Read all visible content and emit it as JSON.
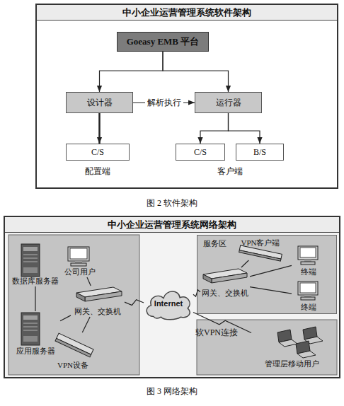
{
  "diagram": {
    "nodes": [
      {
        "text": [
          "中小企业运营管理系统软件架构"
        ]
      },
      {
        "text": [
          "Goeasy EMB 平台"
        ],
        "in": 0
      },
      {
        "text": [
          "设计器"
        ],
        "in": 0
      },
      {
        "text": [
          "运行器"
        ],
        "in": 0
      },
      {
        "text": [
          "C/S"
        ],
        "in": 0
      },
      {
        "text": [
          "C/S"
        ],
        "in": 0
      },
      {
        "text": [
          "B/S"
        ],
        "in": 0
      },
      {
        "text": [
          "中小企业运营管理系统网络架构"
        ]
      },
      {
        "text": [
          "数据库服务器"
        ],
        "in": 7
      },
      {
        "text": [
          "公司用户"
        ],
        "in": 7
      },
      {
        "text": [
          "应用服务器"
        ],
        "in": 7
      },
      {
        "text": [
          "网关、交换机"
        ],
        "in": 7
      },
      {
        "text": [
          "VPN设备"
        ],
        "in": 7
      },
      {
        "text": [
          "Internet"
        ],
        "in": 7
      },
      {
        "text": [
          "服务区"
        ],
        "in": 7
      },
      {
        "text": [
          "VPN客户端"
        ],
        "in": 14
      },
      {
        "text": [
          "网关、交换机"
        ],
        "in": 14
      },
      {
        "text": [
          "终端"
        ],
        "in": 14
      },
      {
        "text": [
          "终端"
        ],
        "in": 14
      },
      {
        "text": [
          "管理层移动用户"
        ],
        "in": 7
      }
    ],
    "edges": [
      {
        "from": 1,
        "to": 2,
        "arrow": "to"
      },
      {
        "from": 1,
        "to": 3,
        "arrow": "to"
      },
      {
        "from": 2,
        "to": 3,
        "label": "解析执行",
        "arrow": "to"
      },
      {
        "from": 2,
        "to": 4,
        "arrow": "to"
      },
      {
        "from": 3,
        "to": 5,
        "arrow": "to"
      },
      {
        "from": 3,
        "to": 6,
        "arrow": "to"
      },
      {
        "from": 8,
        "to": 10,
        "arrow": "none"
      },
      {
        "from": 10,
        "to": 11,
        "arrow": "none"
      },
      {
        "from": 9,
        "to": 11,
        "arrow": "none"
      },
      {
        "from": 11,
        "to": 12,
        "arrow": "none"
      },
      {
        "from": 11,
        "to": 13,
        "arrow": "none"
      },
      {
        "from": 13,
        "to": 16,
        "arrow": "none"
      },
      {
        "from": 16,
        "to": 15,
        "arrow": "none"
      },
      {
        "from": 16,
        "to": 17,
        "arrow": "none"
      },
      {
        "from": 16,
        "to": 18,
        "arrow": "none"
      },
      {
        "from": 13,
        "to": 19,
        "label": "软VPN连接",
        "arrow": "none"
      }
    ],
    "labels": [
      "配置端",
      "客户端",
      "图 2 软件架构",
      "图 3 网络架构"
    ]
  }
}
